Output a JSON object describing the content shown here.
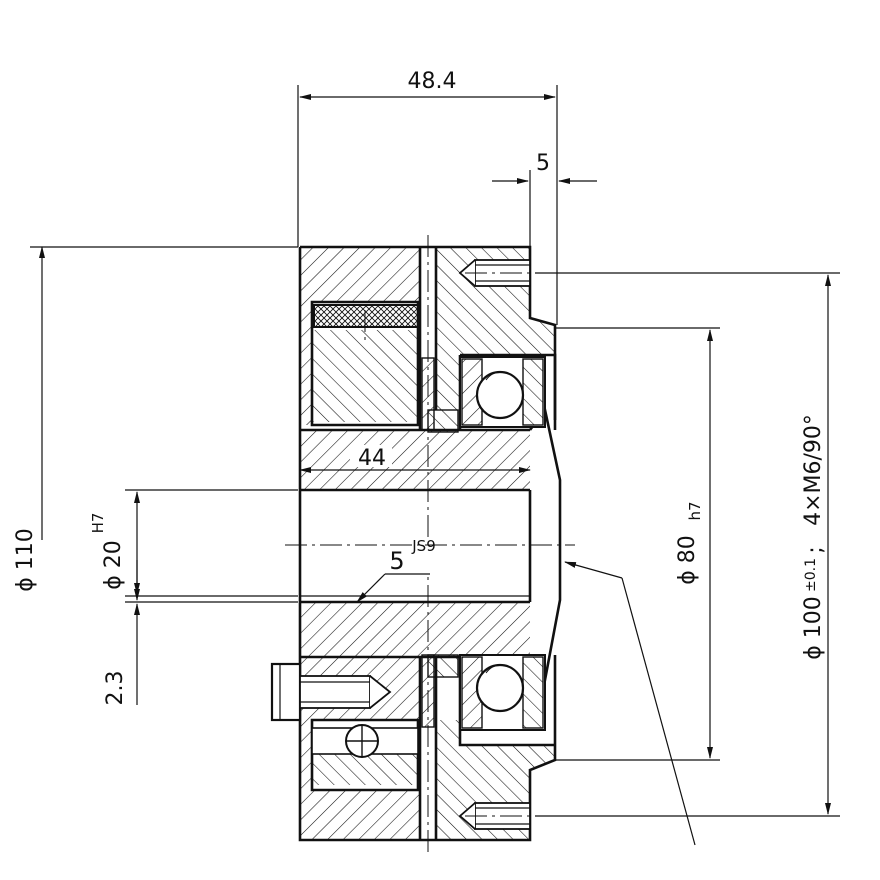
{
  "drawing": {
    "dimensions": {
      "overall_width": "48.4",
      "flange_offset": "5",
      "bore_length": "44",
      "outer_diameter": "ϕ 110",
      "bore_diameter": "ϕ 20",
      "bore_tolerance": "H7",
      "keyway_depth": "2.3",
      "keyway_width": "5",
      "keyway_tolerance": "JS9",
      "pilot_diameter": "ϕ 80",
      "pilot_tolerance": "h7",
      "bolt_circle_diameter": "ϕ 100",
      "bolt_circle_tolerance": "±0.1",
      "bolt_spec": "4×M6/90°",
      "separator": ";"
    }
  }
}
